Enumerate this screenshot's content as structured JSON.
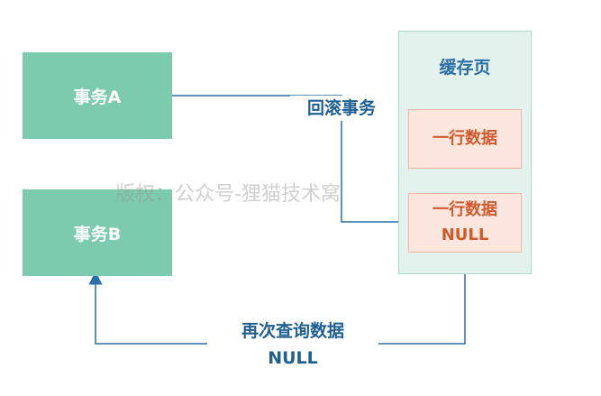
{
  "diagram": {
    "transaction_a": "事务A",
    "transaction_b": "事务B",
    "cache_page_title": "缓存页",
    "row_1": "一行数据",
    "row_2_line1": "一行数据",
    "row_2_line2": "NULL",
    "rollback_label": "回滚事务",
    "requery_label_line1": "再次查询数据",
    "requery_label_line2": "NULL",
    "watermark": "版权：公众号-狸猫技术窝"
  },
  "colors": {
    "transaction_box": "#7ccbae",
    "cache_page_bg": "#e3f2ed",
    "row_bg": "#fde6dd",
    "row_text": "#d2592c",
    "arrow": "#2a6fa6",
    "label_text": "#1f5f92"
  }
}
